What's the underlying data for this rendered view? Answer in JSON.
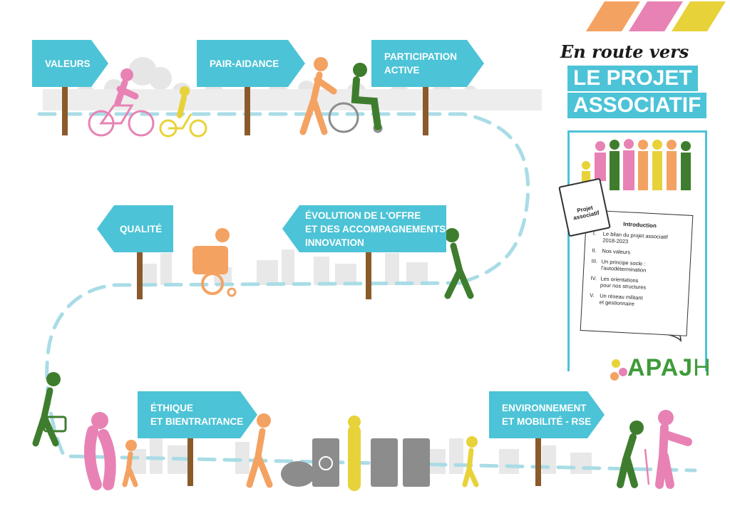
{
  "signs": {
    "valeurs": [
      "VALEURS"
    ],
    "pair_aidance": [
      "PAIR-AIDANCE"
    ],
    "participation": [
      "PARTICIPATION",
      "ACTIVE"
    ],
    "qualite": [
      "QUALITÉ"
    ],
    "evolution": [
      "ÉVOLUTION DE L'OFFRE",
      "ET DES ACCOMPAGNEMENTS :",
      "INNOVATION"
    ],
    "ethique": [
      "ÉTHIQUE",
      "ET BIENTRAITANCE"
    ],
    "environnement": [
      "ENVIRONNEMENT",
      "ET MOBILITÉ - RSE"
    ]
  },
  "header": {
    "cursive": "En route vers",
    "line1": "LE PROJET",
    "line2": "ASSOCIATIF"
  },
  "booklet": {
    "line1": "Projet",
    "line2": "associatif"
  },
  "toc": {
    "title": "Introduction",
    "items": [
      {
        "num": "I.",
        "lines": [
          "Le bilan du projet associatif",
          "2018-2023"
        ]
      },
      {
        "num": "II.",
        "lines": [
          "Nos valeurs"
        ]
      },
      {
        "num": "III.",
        "lines": [
          "Un principe socle :",
          "l'autodétermination"
        ]
      },
      {
        "num": "IV.",
        "lines": [
          "Les orientations",
          "pour nos structures"
        ]
      },
      {
        "num": "V.",
        "lines": [
          "Un réseau militant",
          "et gestionnaire"
        ]
      }
    ]
  },
  "brand": {
    "main": "APAJ",
    "end": "H"
  },
  "colors": {
    "cyan": "#4cc3d6",
    "pink": "#e882b4",
    "orange": "#f4a262",
    "yellow": "#e8d23a",
    "green": "#3f7d2e",
    "grey": "#8c8c8c",
    "path": "#a9dce6",
    "brand_green": "#3f9b3a"
  },
  "icons": [
    "bicycle-icon",
    "wheelchair-icon",
    "walking-person-icon",
    "recycling-bin-icon",
    "cane-icon",
    "briefcase-icon",
    "flower-logo-icon"
  ]
}
